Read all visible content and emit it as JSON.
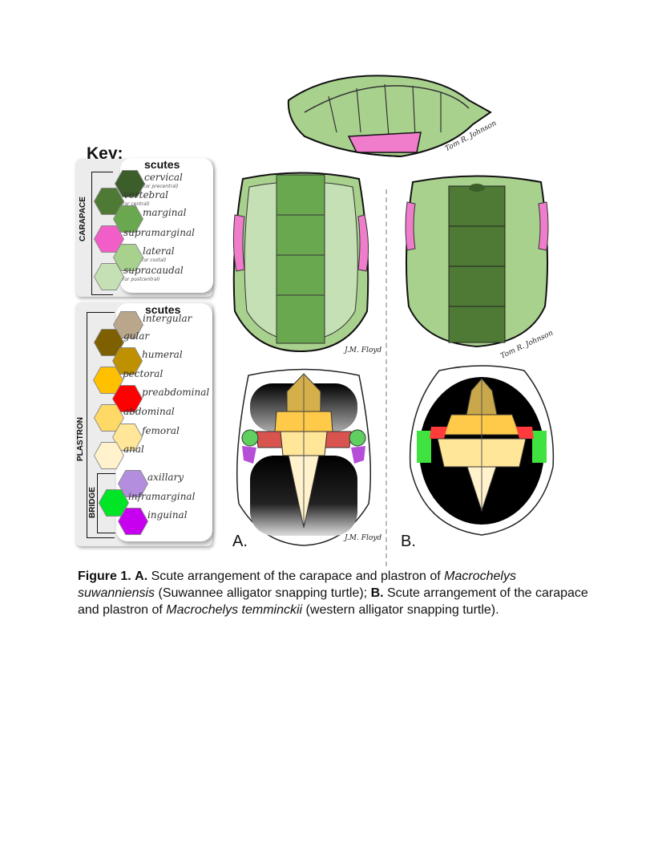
{
  "key": {
    "title": "Key:",
    "carapace": {
      "group_label": "CARAPACE",
      "header": "scutes",
      "items": [
        {
          "label": "cervical",
          "note": "(or precentral)",
          "color": "#3b5e2b"
        },
        {
          "label": "vertebral",
          "note": "(or central)",
          "color": "#4f7a36"
        },
        {
          "label": "marginal",
          "note": "",
          "color": "#6aa84f"
        },
        {
          "label": "supramarginal",
          "note": "",
          "color": "#f25ec8"
        },
        {
          "label": "lateral",
          "note": "(or costal)",
          "color": "#a9d18e"
        },
        {
          "label": "supracaudal",
          "note": "(or postcentral)",
          "color": "#c5e0b4"
        }
      ]
    },
    "plastron": {
      "group_label": "PLASTRON",
      "header": "scutes",
      "items": [
        {
          "label": "intergular",
          "color": "#b9a68b"
        },
        {
          "label": "gular",
          "color": "#7f6000"
        },
        {
          "label": "humeral",
          "color": "#bf9000"
        },
        {
          "label": "pectoral",
          "color": "#ffc000"
        },
        {
          "label": "preabdominal",
          "color": "#ff0000"
        },
        {
          "label": "abdominal",
          "color": "#ffd966"
        },
        {
          "label": "femoral",
          "color": "#ffe699"
        },
        {
          "label": "anal",
          "color": "#fff2cc"
        }
      ]
    },
    "bridge": {
      "group_label": "BRIDGE",
      "items": [
        {
          "label": "axillary",
          "color": "#b48ede"
        },
        {
          "label": "inframarginal",
          "color": "#00e626"
        },
        {
          "label": "inguinal",
          "color": "#c800f0"
        }
      ]
    }
  },
  "figure": {
    "label_a": "A.",
    "label_b": "B.",
    "signature_johnson": "Tom R. Johnson",
    "signature_floyd": "J.M. Floyd"
  },
  "caption": {
    "fig": "Figure 1.",
    "a": "A.",
    "a_text": " Scute arrangement of the carapace and plastron of ",
    "a_species": "Macrochelys suwanniensis",
    "a_common": " (Suwannee alligator snapping turtle); ",
    "b": "B.",
    "b_text": " Scute arrangement of the carapace and plastron of ",
    "b_species": "Macrochelys temminckii",
    "b_common": " (western alligator snapping turtle)."
  }
}
